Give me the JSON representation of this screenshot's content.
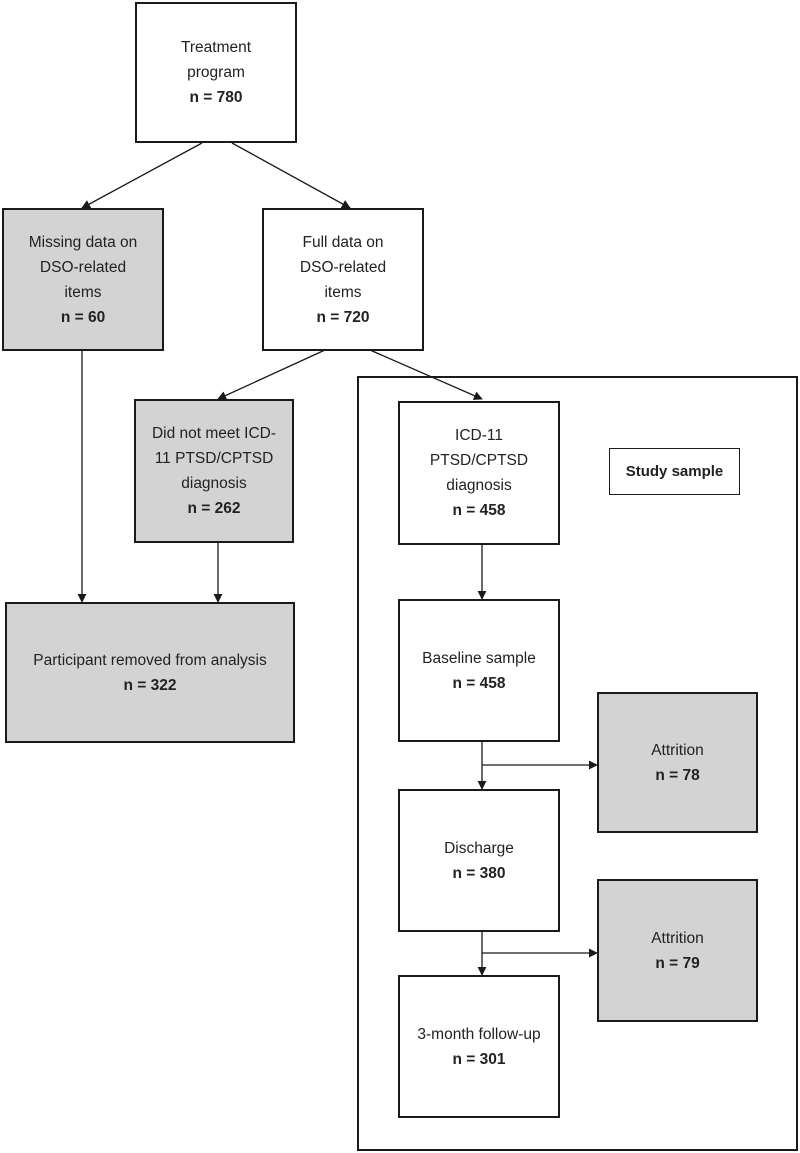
{
  "nodes": {
    "treatment": {
      "lines": [
        "Treatment",
        "program"
      ],
      "count": "n = 780"
    },
    "missing": {
      "lines": [
        "Missing data on",
        "DSO-related",
        "items"
      ],
      "count": "n = 60"
    },
    "full": {
      "lines": [
        "Full data on",
        "DSO-related",
        "items"
      ],
      "count": "n = 720"
    },
    "not_meet": {
      "lines": [
        "Did not meet ICD-",
        "11 PTSD/CPTSD",
        "diagnosis"
      ],
      "count": "n = 262"
    },
    "diagnosis": {
      "lines": [
        "ICD-11",
        "PTSD/CPTSD",
        "diagnosis"
      ],
      "count": "n = 458"
    },
    "removed": {
      "lines": [
        "Participant removed from analysis"
      ],
      "count": "n = 322"
    },
    "baseline": {
      "lines": [
        "Baseline sample"
      ],
      "count": "n = 458"
    },
    "attrition1": {
      "lines": [
        "Attrition"
      ],
      "count": "n = 78"
    },
    "discharge": {
      "lines": [
        "Discharge"
      ],
      "count": "n = 380"
    },
    "attrition2": {
      "lines": [
        "Attrition"
      ],
      "count": "n = 79"
    },
    "followup": {
      "lines": [
        "3-month follow-up"
      ],
      "count": "n = 301"
    }
  },
  "study_sample_label": "Study sample",
  "colors": {
    "excluded_fill": "#d3d3d3",
    "box_fill": "#ffffff",
    "line": "#1a1a1a"
  }
}
